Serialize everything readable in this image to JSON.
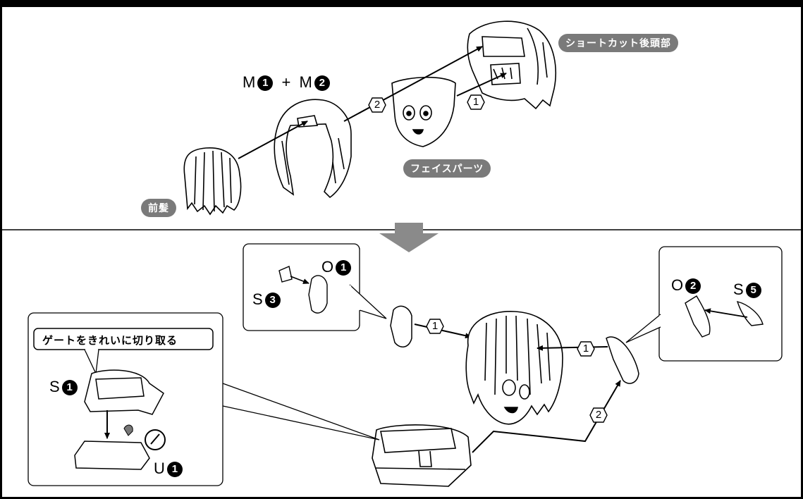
{
  "labels": {
    "short_cut_back": "ショートカット後頭部",
    "face_parts": "フェイスパーツ",
    "front_hair": "前髪",
    "gate_note": "ゲートをきれいに切り取る"
  },
  "part_labels": {
    "m_combo_a": "M",
    "m_combo_a_num": "1",
    "m_plus": "+",
    "m_combo_b": "M",
    "m_combo_b_num": "2",
    "o1": "O",
    "o1_num": "1",
    "s3": "S",
    "s3_num": "3",
    "o2": "O",
    "o2_num": "2",
    "s5": "S",
    "s5_num": "5",
    "s1": "S",
    "s1_num": "1",
    "u1": "U",
    "u1_num": "1"
  },
  "steps": {
    "top_1": "1",
    "top_2": "2",
    "bottom_left_1": "1",
    "bottom_right_1": "1",
    "bottom_right_2": "2"
  },
  "colors": {
    "pill": "#7a7a7a",
    "arrow": "#8a8a8a"
  }
}
